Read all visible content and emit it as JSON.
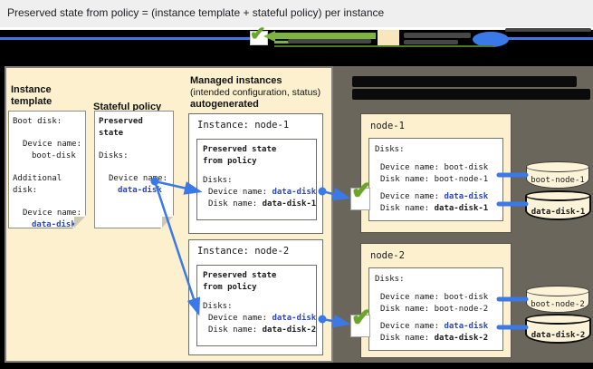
{
  "title": "Preserved state from policy = (instance template + stateful policy) per instance",
  "icons": {
    "checkmark": "✔"
  },
  "colors": {
    "accent_blue": "#3b78e8",
    "link_blue": "#2a46c8",
    "check_green": "#6ba32b",
    "legend_green": "#7cb342",
    "panel_cream": "#fcf0ce",
    "panel_dark": "#6b665c"
  },
  "instance_template": {
    "heading": "Instance template",
    "boot_disk_label": "Boot disk:",
    "device_name_label": "Device name:",
    "boot_device_value": "boot-disk",
    "additional_disk_line1": "Additional",
    "additional_disk_line2": "disk:",
    "device_name_label2": "Device name:",
    "data_device_value": "data-disk"
  },
  "stateful_policy": {
    "heading": "Stateful policy",
    "preserved_line1": "Preserved",
    "preserved_line2": "state",
    "disks_label": "Disks:",
    "device_name_label": "Device name:",
    "data_device_value": "data-disk"
  },
  "managed_instances": {
    "heading": "Managed instances",
    "subheading": "(intended configuration, status)",
    "subheading2": "autogenerated",
    "instances": [
      {
        "title": "Instance: node-1",
        "preserved_line1": "Preserved state",
        "preserved_line2": "from policy",
        "disks_label": "Disks:",
        "device_name_label": "Device name:",
        "device_name_value": "data-disk",
        "disk_name_label": "Disk name:",
        "disk_name_value": "data-disk-1"
      },
      {
        "title": "Instance: node-2",
        "preserved_line1": "Preserved state",
        "preserved_line2": "from policy",
        "disks_label": "Disks:",
        "device_name_label": "Device name:",
        "device_name_value": "data-disk",
        "disk_name_label": "Disk name:",
        "disk_name_value": "data-disk-2"
      }
    ]
  },
  "vm_panel": {
    "nodes": [
      {
        "name": "node-1",
        "disks_label": "Disks:",
        "boot_device_label": "Device name:",
        "boot_device_value": "boot-disk",
        "boot_disk_label": "Disk name:",
        "boot_disk_value": "boot-node-1",
        "data_device_label": "Device name:",
        "data_device_value": "data-disk",
        "data_disk_label": "Disk name:",
        "data_disk_value": "data-disk-1",
        "boot_cylinder_label": "boot-node-1",
        "data_cylinder_label": "data-disk-1"
      },
      {
        "name": "node-2",
        "disks_label": "Disks:",
        "boot_device_label": "Device name:",
        "boot_device_value": "boot-disk",
        "boot_disk_label": "Disk name:",
        "boot_disk_value": "boot-node-2",
        "data_device_label": "Device name:",
        "data_device_value": "data-disk",
        "data_disk_label": "Disk name:",
        "data_disk_value": "data-disk-2",
        "boot_cylinder_label": "boot-node-2",
        "data_cylinder_label": "data-disk-2"
      }
    ]
  }
}
